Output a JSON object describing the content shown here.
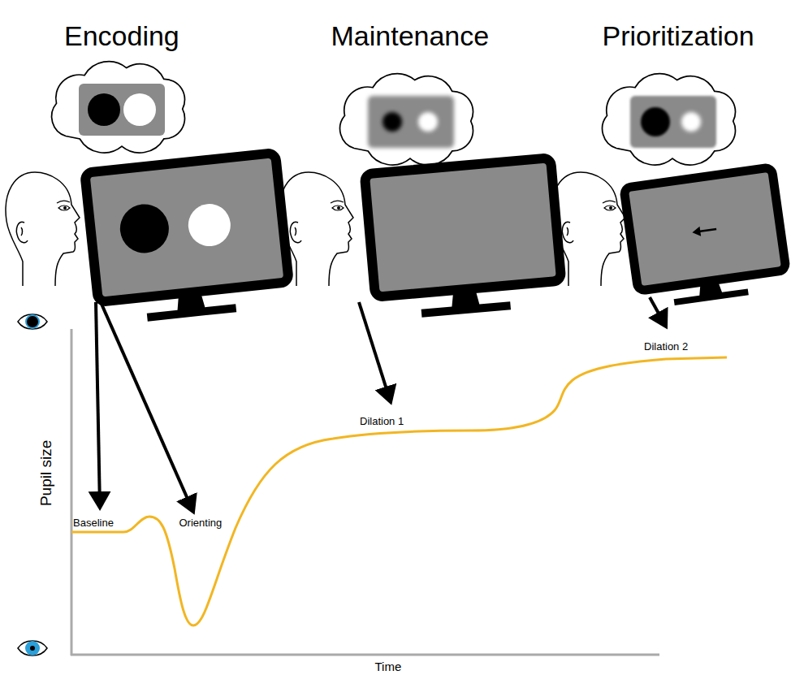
{
  "diagram": {
    "labels": [
      "Encoding",
      "Maintenance",
      "Prioritization",
      "Pupil size",
      "Baseline",
      "Orienting",
      "Dilation 1",
      "Dilation 2",
      "Time"
    ]
  }
}
